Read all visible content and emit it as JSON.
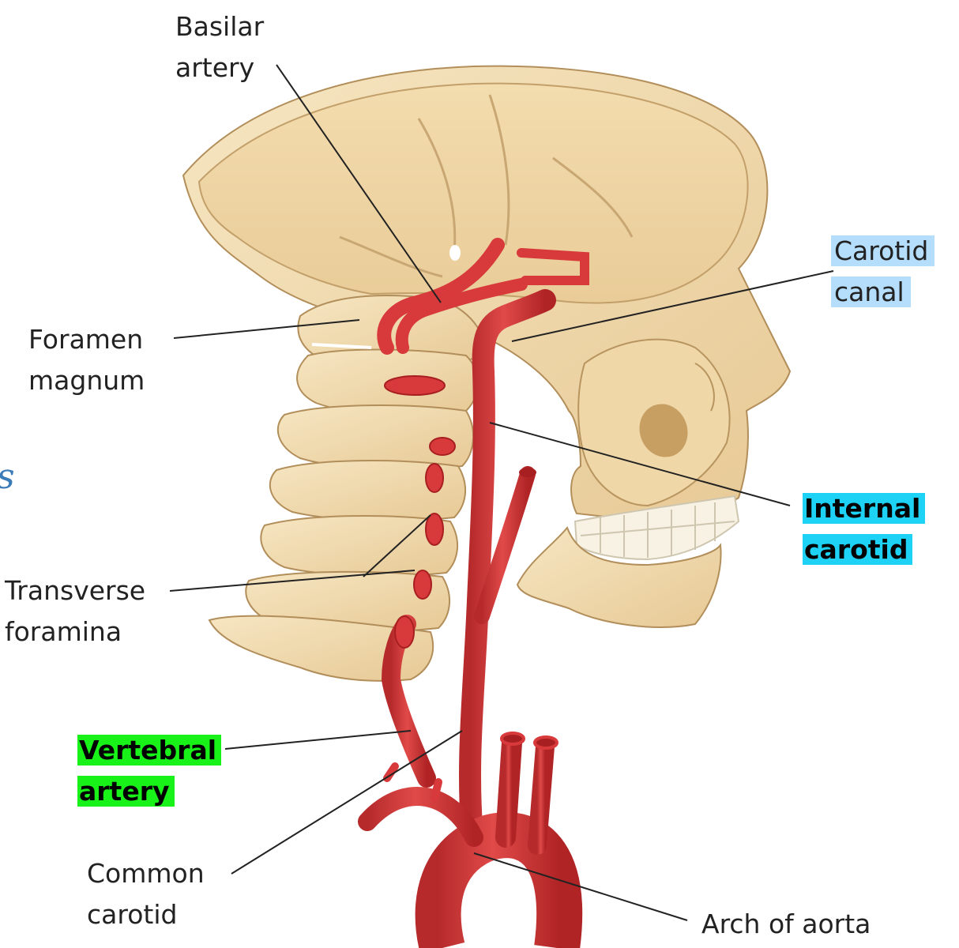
{
  "labels": {
    "basilar_artery": [
      "Basilar",
      "artery"
    ],
    "carotid_canal": [
      "Carotid",
      "canal"
    ],
    "foramen_magnum": [
      "Foramen",
      "magnum"
    ],
    "internal_carotid": [
      "Internal",
      "carotid"
    ],
    "transverse_foramina": [
      "Transverse",
      "foramina"
    ],
    "vertebral_artery": [
      "Vertebral",
      "artery"
    ],
    "common_carotid": [
      "Common",
      "carotid"
    ],
    "arch_of_aorta": "Arch of aorta"
  },
  "handwriting_fragment": "s",
  "colors": {
    "bone": "#f1dbb0",
    "bone_shadow": "#d9b985",
    "artery": "#d8393a",
    "artery_dark": "#a81f22",
    "highlight_green": "#19f219",
    "highlight_cyan": "#1ed2f5",
    "highlight_lightblue": "#b4defb"
  }
}
